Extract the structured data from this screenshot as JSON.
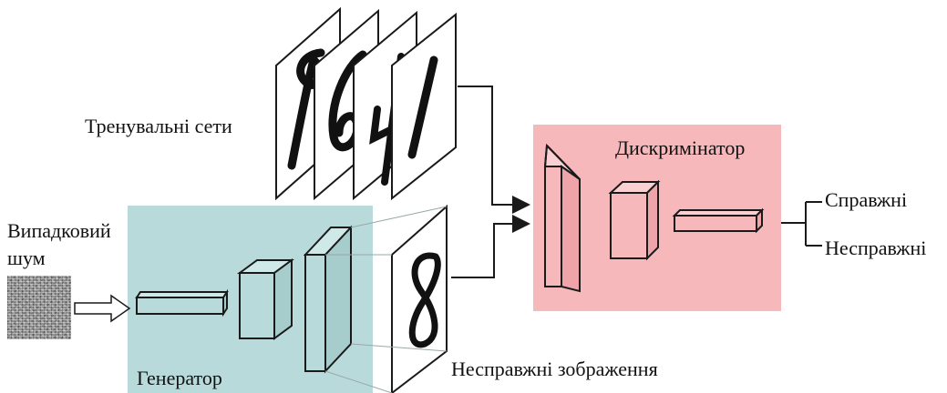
{
  "labels": {
    "training_sets": "Тренувальні сети",
    "random_noise_line1": "Випадковий",
    "random_noise_line2": "шум",
    "generator": "Генератор",
    "discriminator": "Дискримінатор",
    "fake_images": "Несправжні зображення",
    "real": "Справжні",
    "fake": "Несправжні"
  },
  "colors": {
    "generator_panel": "#b9dada",
    "discriminator_panel": "#f6b8bb",
    "stroke": "#1a1a1a"
  }
}
